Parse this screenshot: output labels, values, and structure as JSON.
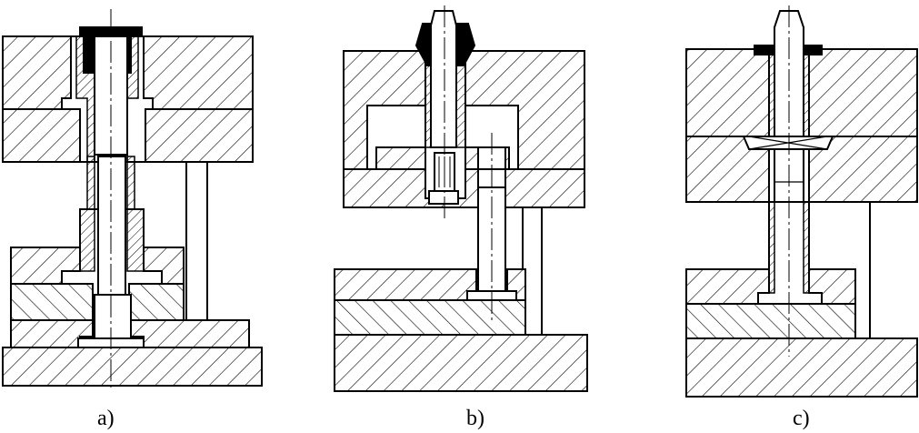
{
  "figure": {
    "panels": [
      {
        "id": "a",
        "caption": "a)"
      },
      {
        "id": "b",
        "caption": "b)"
      },
      {
        "id": "c",
        "caption": "c)"
      }
    ],
    "colors": {
      "ink": "#000000",
      "paper": "#ffffff"
    }
  }
}
